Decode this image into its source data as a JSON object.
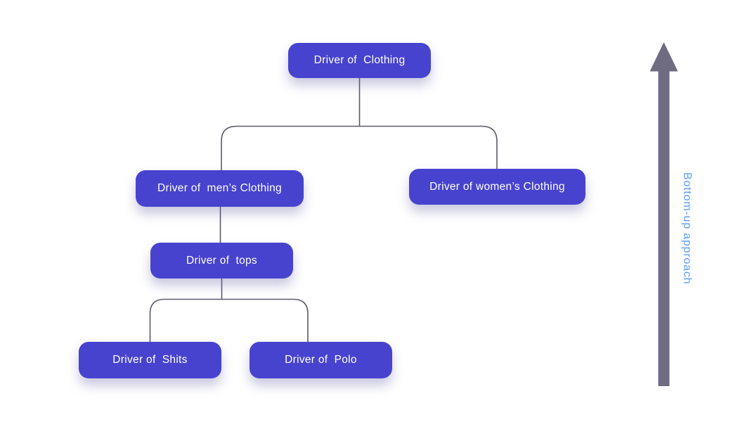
{
  "diagram": {
    "title": "Bottom-up drill-down tree of clothing drivers",
    "nodes": [
      {
        "id": "clothing",
        "label": "Driver of  Clothing",
        "level": 1
      },
      {
        "id": "mens",
        "label": "Driver of  men’s Clothing",
        "level": 2
      },
      {
        "id": "womens",
        "label": "Driver of women’s Clothing",
        "level": 2
      },
      {
        "id": "tops",
        "label": "Driver of  tops",
        "level": 3
      },
      {
        "id": "shits",
        "label": "Driver of  Shits",
        "level": 4
      },
      {
        "id": "polo",
        "label": "Driver of  Polo",
        "level": 4
      }
    ],
    "edges": [
      {
        "from": "clothing",
        "to": "mens"
      },
      {
        "from": "clothing",
        "to": "womens"
      },
      {
        "from": "mens",
        "to": "tops"
      },
      {
        "from": "tops",
        "to": "shits"
      },
      {
        "from": "tops",
        "to": "polo"
      }
    ],
    "annotation": {
      "label": "Bottom-up approach",
      "direction": "upward-arrow",
      "text_color": "#5b9cf8",
      "arrow_color": "#6f6b81"
    },
    "colors": {
      "node_fill": "#4843ce",
      "node_text": "#ffffff",
      "connector": "#5e5a6b",
      "background": "#ffffff"
    }
  }
}
